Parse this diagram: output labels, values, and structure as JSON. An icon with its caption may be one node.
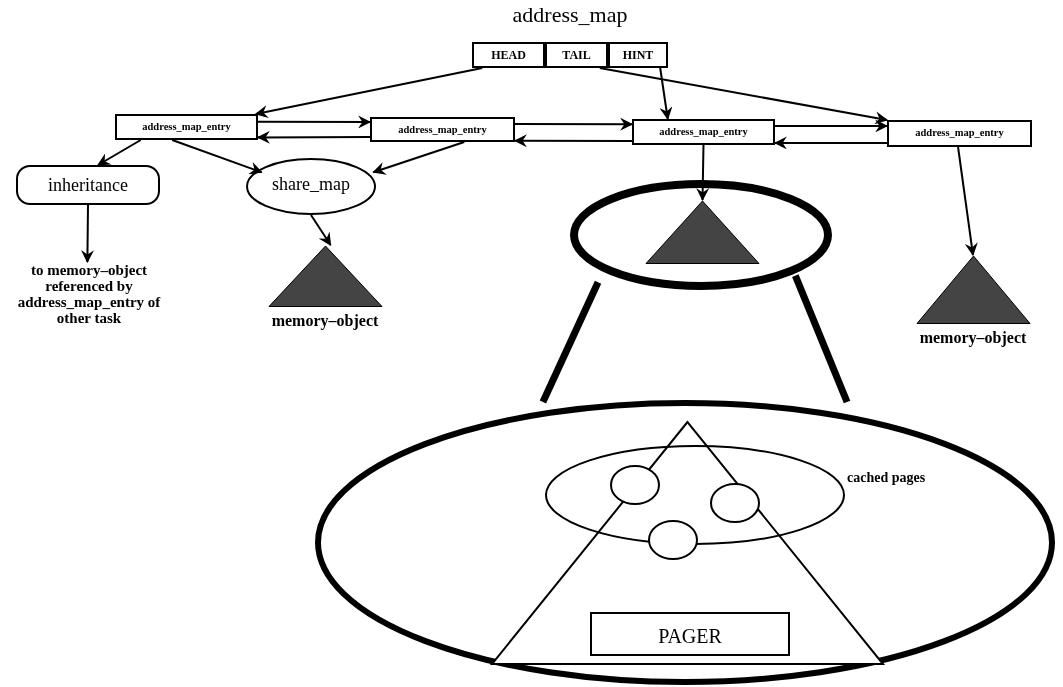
{
  "diagram": {
    "nodes": [
      {
        "text": [
          "address_map"
        ]
      },
      {
        "text": [
          "HEAD"
        ],
        "in": 0
      },
      {
        "text": [
          "TAIL"
        ],
        "in": 0
      },
      {
        "text": [
          "HINT"
        ],
        "in": 0
      },
      {
        "text": [
          "address_map_entry"
        ]
      },
      {
        "text": [
          "address_map_entry"
        ]
      },
      {
        "text": [
          "address_map_entry"
        ]
      },
      {
        "text": [
          "address_map_entry"
        ]
      },
      {
        "text": [
          "inheritance"
        ]
      },
      {
        "text": [
          "share_map"
        ]
      },
      {
        "text": [
          "memory–object"
        ]
      },
      {
        "text": [
          "to memory–object referenced by address_map_entry of other task"
        ]
      },
      {
        "text": [],
        "shape": "ellipse"
      },
      {
        "text": [],
        "shape": "triangle",
        "in": 12
      },
      {
        "text": [],
        "shape": "ellipse"
      },
      {
        "text": [],
        "shape": "triangle",
        "in": 14
      },
      {
        "text": [
          "cached pages"
        ],
        "in": 15
      },
      {
        "text": [],
        "shape": "circle",
        "in": 16
      },
      {
        "text": [],
        "shape": "circle",
        "in": 16
      },
      {
        "text": [],
        "shape": "circle",
        "in": 15
      },
      {
        "text": [
          "PAGER"
        ],
        "in": 15
      },
      {
        "text": [
          "memory–object"
        ]
      }
    ],
    "edges": [
      {
        "from": 1,
        "to": 4,
        "arrow": "to"
      },
      {
        "from": 2,
        "to": 7,
        "arrow": "to"
      },
      {
        "from": 3,
        "to": 6,
        "arrow": "to"
      },
      {
        "from": 4,
        "to": 5,
        "arrow": "to"
      },
      {
        "from": 5,
        "to": 4,
        "arrow": "to"
      },
      {
        "from": 5,
        "to": 6,
        "arrow": "to"
      },
      {
        "from": 6,
        "to": 5,
        "arrow": "to"
      },
      {
        "from": 6,
        "to": 7,
        "arrow": "to"
      },
      {
        "from": 7,
        "to": 6,
        "arrow": "to"
      },
      {
        "from": 4,
        "to": 8,
        "arrow": "to"
      },
      {
        "from": 4,
        "to": 9,
        "arrow": "to"
      },
      {
        "from": 5,
        "to": 9,
        "arrow": "to"
      },
      {
        "from": 8,
        "to": 11,
        "arrow": "to"
      },
      {
        "from": 9,
        "to": 10,
        "arrow": "to"
      },
      {
        "from": 6,
        "to": 13,
        "arrow": "to"
      },
      {
        "from": 7,
        "to": 21,
        "arrow": "to"
      },
      {
        "from": 12,
        "to": 14,
        "arrow": "none",
        "style": "thick"
      },
      {
        "from": 12,
        "to": 14,
        "arrow": "none",
        "style": "thick"
      }
    ]
  }
}
